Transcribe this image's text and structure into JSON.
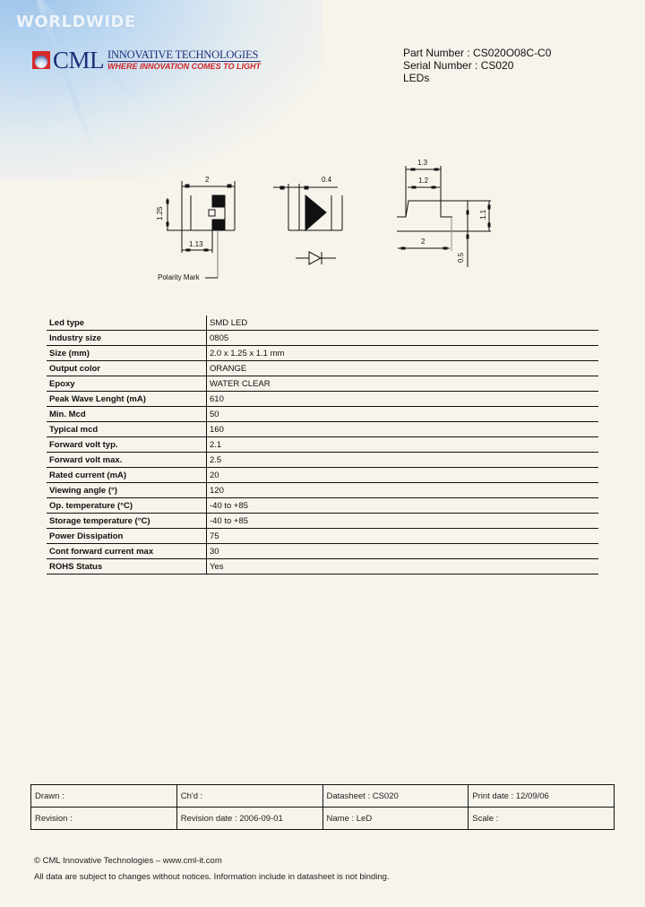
{
  "header": {
    "watermark": "WORLDWIDE",
    "logo": {
      "brand": "CML",
      "tagline_top": "INNOVATIVE TECHNOLOGIES",
      "tagline_bottom": "WHERE INNOVATION COMES TO LIGHT",
      "colors": {
        "navy": "#1c2f7a",
        "red": "#d02424"
      }
    },
    "part_number": "Part Number : CS020O08C-C0",
    "serial_number": "Serial Number : CS020",
    "category": "LEDs"
  },
  "drawing": {
    "top_view": {
      "width_dim": "2",
      "height_dim": "1.25",
      "offset_dim": "1.13",
      "callout": "Polarity Mark"
    },
    "bottom_view": {
      "dim": "0.4"
    },
    "side_view": {
      "top_width": "1.3",
      "inner_width": "1.2",
      "height": "1.1",
      "length": "2",
      "base": "0.5"
    }
  },
  "specs": [
    {
      "label": "Led type",
      "value": "SMD LED"
    },
    {
      "label": "Industry size",
      "value": "0805"
    },
    {
      "label": "Size (mm)",
      "value": "2.0 x 1.25 x 1.1 mm"
    },
    {
      "label": "Output color",
      "value": "ORANGE"
    },
    {
      "label": "Epoxy",
      "value": "WATER CLEAR"
    },
    {
      "label": "Peak Wave Lenght (mA)",
      "value": "610"
    },
    {
      "label": "Min. Mcd",
      "value": "50"
    },
    {
      "label": "Typical mcd",
      "value": "160"
    },
    {
      "label": "Forward volt typ.",
      "value": "2.1"
    },
    {
      "label": "Forward volt max.",
      "value": "2.5"
    },
    {
      "label": "Rated current (mA)",
      "value": "20"
    },
    {
      "label": "Viewing angle (°)",
      "value": "120"
    },
    {
      "label": "Op. temperature (°C)",
      "value": "-40 to +85"
    },
    {
      "label": "Storage temperature (°C)",
      "value": "-40 to +85"
    },
    {
      "label": "Power Dissipation",
      "value": "75"
    },
    {
      "label": "Cont forward current max",
      "value": "30"
    },
    {
      "label": "ROHS Status",
      "value": "Yes"
    }
  ],
  "title_block": {
    "rows": [
      [
        "Drawn :",
        "Ch'd :",
        "Datasheet : CS020",
        "Print date : 12/09/06"
      ],
      [
        "Revision :",
        "Revision date : 2006-09-01",
        "Name : LeD",
        "Scale :"
      ]
    ]
  },
  "footer": {
    "copyright": "© CML Innovative Technologies – www.cml-it.com",
    "disclaimer": "All data are subject to changes without notices. Information include in datasheet is not binding."
  }
}
